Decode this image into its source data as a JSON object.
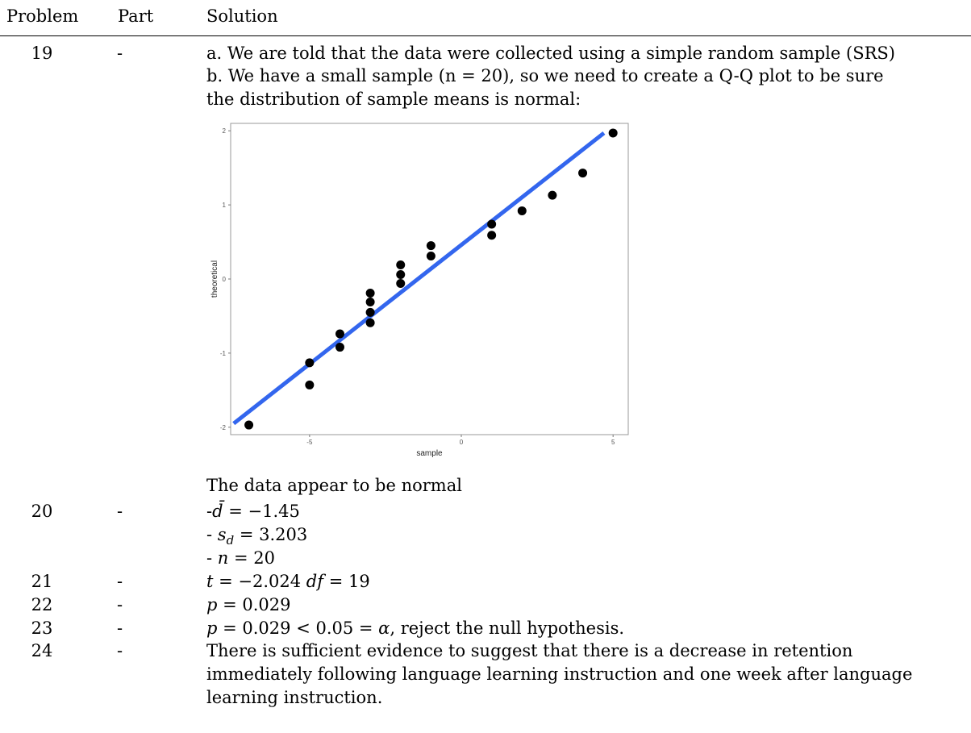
{
  "header": {
    "problem": "Problem",
    "part": "Part",
    "solution": "Solution"
  },
  "rows": [
    {
      "problem": "19",
      "part": "-",
      "lines": [
        "a. We are told that the data were collected using a simple random sample (SRS)",
        "b. We have a small sample (n = 20), so we need to create a Q-Q plot to be sure",
        "the distribution of sample means is normal:"
      ],
      "after_chart": "The data appear to be normal"
    },
    {
      "problem": "20",
      "part": "-"
    },
    {
      "problem": "21",
      "part": "-"
    },
    {
      "problem": "22",
      "part": "-"
    },
    {
      "problem": "23",
      "part": "-",
      "text_suffix": ", reject the null hypothesis."
    },
    {
      "problem": "24",
      "part": "-",
      "lines": [
        "There is sufficient evidence to suggest that there is a decrease in retention",
        "immediately following language learning instruction and one week after language",
        "learning instruction."
      ]
    }
  ],
  "math": {
    "r20_a_prefix": "-",
    "r20_a_var": "d̄",
    "r20_a_rest": " = −1.45",
    "r20_b_prefix": "- ",
    "r20_b_var": "s",
    "r20_b_sub": "d",
    "r20_b_rest": " = 3.203",
    "r20_c_prefix": "- ",
    "r20_c_var": "n",
    "r20_c_rest": " = 20",
    "r21_t": "t",
    "r21_t_rest": " = −2.024 ",
    "r21_df": "df",
    "r21_df_rest": " = 19",
    "r22_p": "p",
    "r22_rest": " = 0.029",
    "r23_p": "p",
    "r23_mid": " = 0.029 < 0.05 = ",
    "r23_alpha": "α"
  },
  "chart_data": {
    "type": "scatter",
    "xlabel": "sample",
    "ylabel": "theoretical",
    "xlim": [
      -7.6,
      5.5
    ],
    "ylim": [
      -2.1,
      2.1
    ],
    "x_ticks": [
      "-5",
      "0",
      "5"
    ],
    "x_tick_values": [
      -5,
      0,
      5
    ],
    "y_ticks": [
      "-2",
      "-1",
      "0",
      "1",
      "2"
    ],
    "y_tick_values": [
      -2,
      -1,
      0,
      1,
      2
    ],
    "points": [
      {
        "x": -7,
        "y": -1.97
      },
      {
        "x": -5,
        "y": -1.43
      },
      {
        "x": -5,
        "y": -1.13
      },
      {
        "x": -4,
        "y": -0.92
      },
      {
        "x": -4,
        "y": -0.74
      },
      {
        "x": -3,
        "y": -0.59
      },
      {
        "x": -3,
        "y": -0.45
      },
      {
        "x": -3,
        "y": -0.31
      },
      {
        "x": -3,
        "y": -0.19
      },
      {
        "x": -2,
        "y": -0.06
      },
      {
        "x": -2,
        "y": 0.06
      },
      {
        "x": -2,
        "y": 0.19
      },
      {
        "x": -1,
        "y": 0.31
      },
      {
        "x": -1,
        "y": 0.45
      },
      {
        "x": 1,
        "y": 0.59
      },
      {
        "x": 1,
        "y": 0.74
      },
      {
        "x": 2,
        "y": 0.92
      },
      {
        "x": 3,
        "y": 1.13
      },
      {
        "x": 4,
        "y": 1.43
      },
      {
        "x": 5,
        "y": 1.97
      }
    ],
    "line": {
      "x": [
        -7.5,
        4.7
      ],
      "y": [
        -1.95,
        1.97
      ],
      "color": "#3366ee"
    },
    "point_color": "#000000",
    "grid": false
  }
}
